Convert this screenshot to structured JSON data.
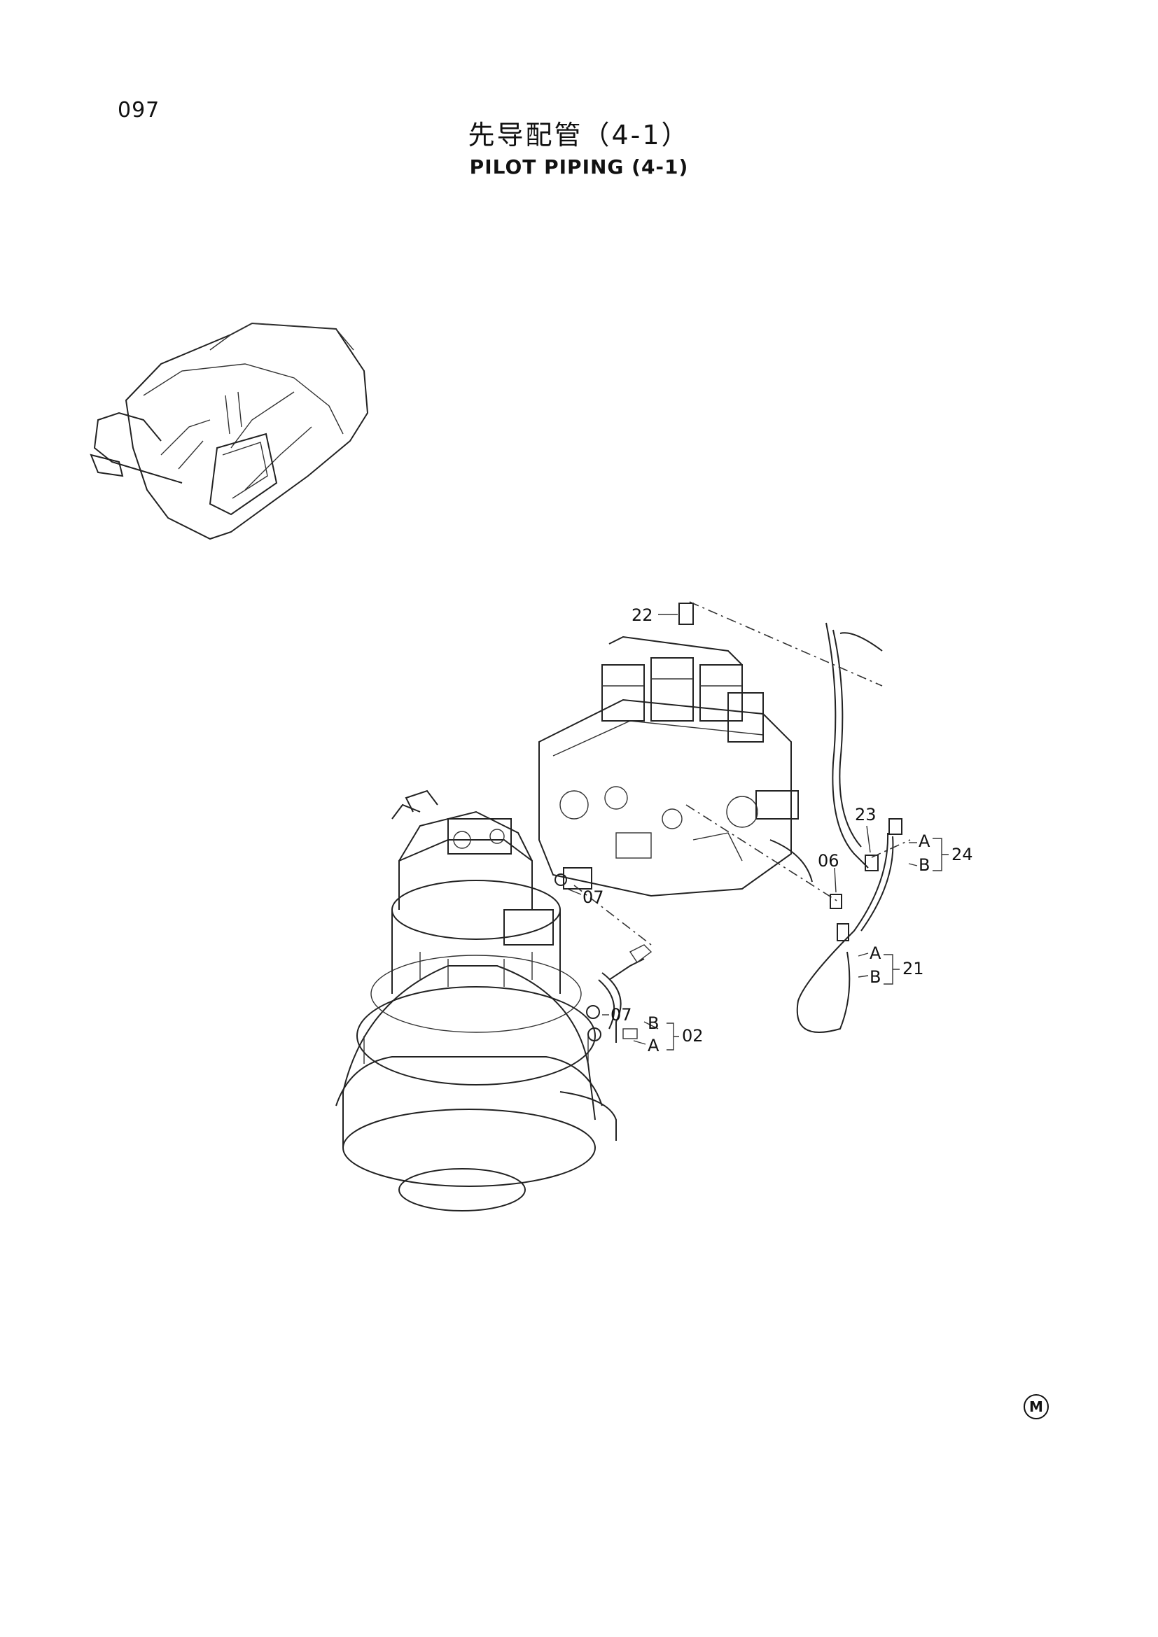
{
  "page_number": "097",
  "title_cn": "先导配管（4-1）",
  "title_en": "PILOT  PIPING (4-1)",
  "callouts": {
    "p22": "22",
    "p23": "23",
    "p24": "24",
    "p06": "06",
    "p07a": "07",
    "p07b": "07",
    "p21": "21",
    "p02": "02",
    "a24": "A",
    "b24": "B",
    "a21": "A",
    "b21": "B",
    "a02": "A",
    "b02": "B"
  },
  "corner_mark": "M"
}
